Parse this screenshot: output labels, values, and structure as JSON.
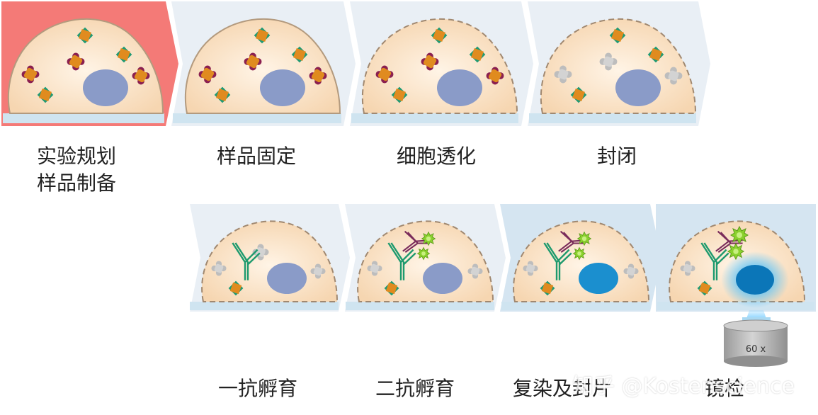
{
  "steps": [
    {
      "line1": "实验规划",
      "line2": "样品制备"
    },
    {
      "line1": "样品固定"
    },
    {
      "line1": "细胞透化"
    },
    {
      "line1": "封闭"
    },
    {
      "line1": "一抗孵育"
    },
    {
      "line1": "二抗孵育"
    },
    {
      "line1": "复染及封片"
    },
    {
      "line1": "镜检"
    }
  ],
  "objective": {
    "label": "60 x"
  },
  "watermark": "知乎 @Kostenscience",
  "colors": {
    "active_panel": "#f47a77",
    "inactive_panel": "#e9eff5",
    "last_panels": "#d5e5f1",
    "cytoplasm": "#f7dcba",
    "cell_outline": "#b39a7e",
    "nucleus": "#8a9bc8",
    "nucleus_stained": "#1b8fcf",
    "slide": "#cfe4f0",
    "protein_orange": "#e08b1f",
    "protein_green": "#1f9a74",
    "protein_red": "#8b2050",
    "blocked_protein": "#c7c7c7",
    "antibody_green": "#1e9a6e",
    "antibody_purple": "#7a2c5b",
    "fluor_green": "#8bd02e"
  }
}
